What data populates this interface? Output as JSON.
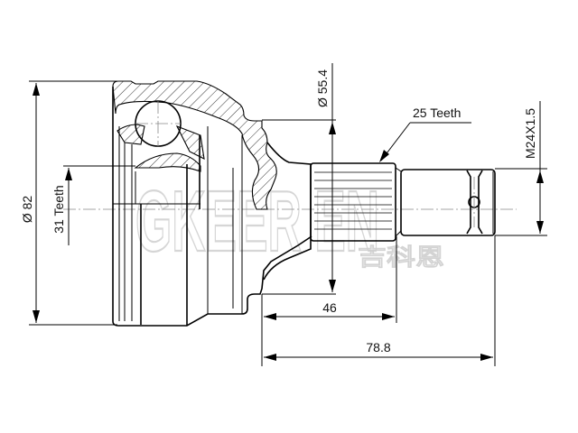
{
  "drawing": {
    "title": "CV joint outer technical drawing",
    "watermark": {
      "latin": "GKEER EN",
      "chinese": "吉科恩"
    },
    "dimensions": {
      "outer_diameter": {
        "symbol": "Ø",
        "value": "82",
        "label": "Ø 82"
      },
      "inner_spline": {
        "count": "31",
        "unit": "Teeth",
        "label": "31 Teeth"
      },
      "shoulder_diameter": {
        "symbol": "Ø",
        "value": "55.4",
        "label": "Ø 55.4"
      },
      "outer_spline": {
        "count": "25",
        "unit": "Teeth",
        "label": "25 Teeth"
      },
      "thread": {
        "label": "M24X1.5"
      },
      "spline_length": {
        "value": "46",
        "label": "46"
      },
      "overall_length": {
        "value": "78.8",
        "label": "78.8"
      }
    },
    "colors": {
      "line": "#000000",
      "background": "#ffffff",
      "watermark": "#cfcfcf",
      "centerline": "#888888"
    }
  }
}
